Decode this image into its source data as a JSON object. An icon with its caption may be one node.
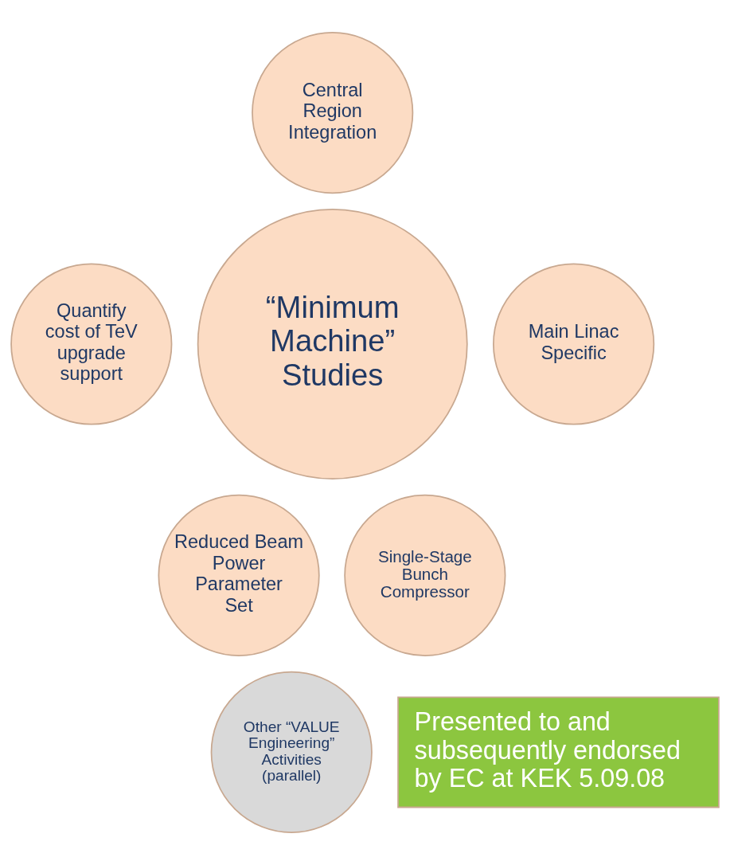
{
  "diagram": {
    "nodes": [
      {
        "text": [
          "Central Region Integration"
        ]
      },
      {
        "text": [
          "Quantify cost of TeV upgrade support"
        ]
      },
      {
        "text": [
          "“Minimum Machine” Studies"
        ]
      },
      {
        "text": [
          "Main Linac Specific"
        ]
      },
      {
        "text": [
          "Reduced Beam Power Parameter Set"
        ]
      },
      {
        "text": [
          "Single-Stage Bunch Compressor"
        ]
      },
      {
        "text": [
          "Other “VALUE Engineering” Activities",
          "(parallel)"
        ]
      },
      {
        "text": [
          "Presented to and subsequently endorsed by EC at KEK 5.09.08"
        ]
      }
    ]
  }
}
